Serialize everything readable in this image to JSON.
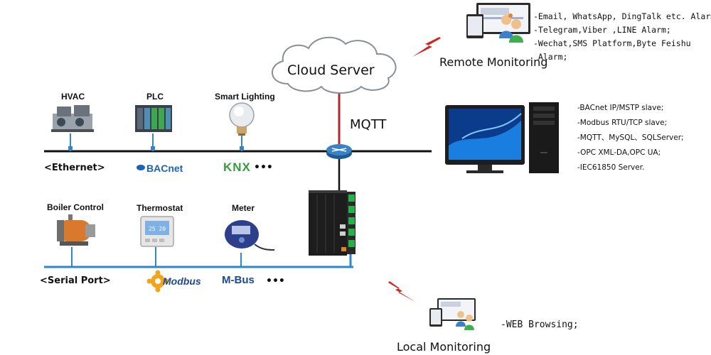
{
  "cloud": {
    "label": "Cloud Server"
  },
  "uplink": {
    "label": "MQTT"
  },
  "remote": {
    "label": "Remote Monitoring",
    "features": [
      "-Email, WhatsApp, DingTalk etc. Alarm;",
      "-Telegram,Viber ,LINE Alarm;",
      "-Wechat,SMS Platform,Byte Feishu",
      " Alarm;"
    ]
  },
  "local": {
    "label": "Local Monitoring",
    "features": [
      "-WEB Browsing;"
    ]
  },
  "server": {
    "features": [
      "-BACnet IP/MSTP slave;",
      "-Modbus RTU/TCP slave;",
      "-MQTT、MySQL、SQLServer;",
      "-OPC XML-DA,OPC UA;",
      "-IEC61850 Server."
    ]
  },
  "ethernet_bus": {
    "label": "<Ethernet>",
    "devices": [
      "HVAC",
      "PLC",
      "Smart Lighting"
    ],
    "protocols": [
      "BACnet",
      "KNX"
    ],
    "more": "•••"
  },
  "serial_bus": {
    "label": "<Serial Port>",
    "devices": [
      "Boiler Control",
      "Thermostat",
      "Meter"
    ],
    "protocols": [
      "Modbus",
      "M-Bus"
    ],
    "more": "•••"
  },
  "thermostat_display": "25 20",
  "colors": {
    "bus_ethernet": "#111111",
    "bus_serial": "#2f86c8",
    "uplink": "#b5262b",
    "lightning": "#d2231f",
    "router": "#2f6fb0",
    "knx_green": "#3a9b3a",
    "bacnet_blue": "#1c63b7",
    "modbus_orange": "#f2a41c",
    "mbus_blue": "#1a4a94"
  }
}
